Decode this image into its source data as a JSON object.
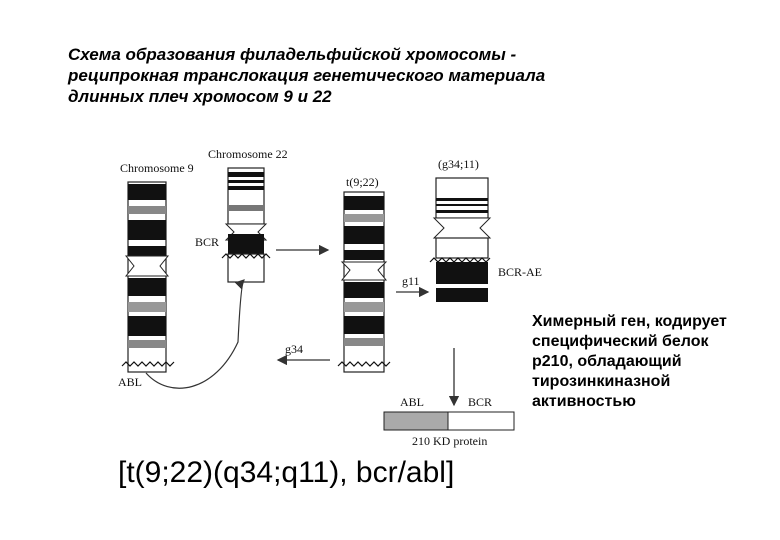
{
  "title_lines": [
    "Схема образования филадельфийской хромосомы -",
    "реципрокная транслокация  генетического материала",
    "длинных плеч хромосом 9 и 22"
  ],
  "diagram": {
    "chromosome9_label": "Chromosome 9",
    "chromosome22_label": "Chromosome 22",
    "translocation_label": "t(9;22)",
    "derivative_label": "(g34;11)",
    "bcr_label": "BCR",
    "bcr_abl_label": "BCR-AE",
    "g11_label": "g11",
    "g34_label": "g34",
    "abl_label": "ABL",
    "fusion_abl_label": "ABL",
    "fusion_bcr_label": "BCR",
    "protein_label": "210 KD protein"
  },
  "side_text_lines": [
    "Химерный ген, кодирует",
    "специфический белок",
    "p210, обладающий",
    "тирозинкиназной",
    "активностью"
  ],
  "formula": "[t(9;22)(q34;q11), bcr/abl]"
}
